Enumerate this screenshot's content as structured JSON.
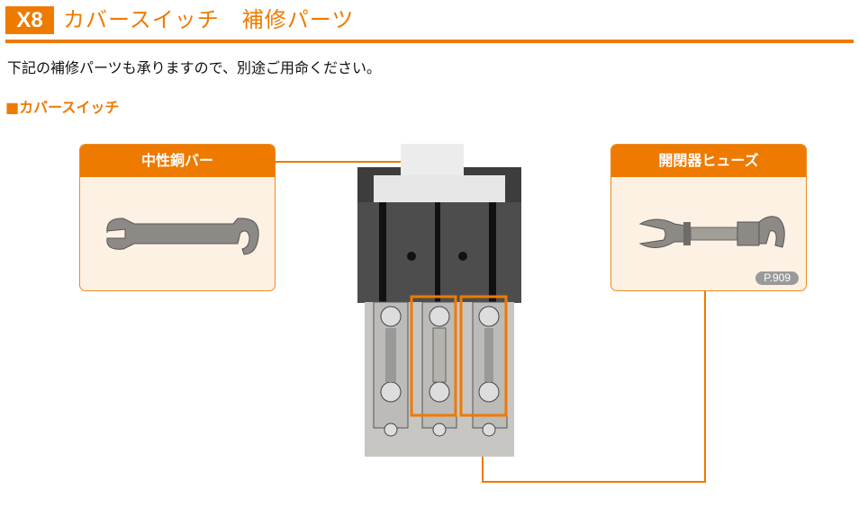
{
  "header": {
    "badge": "X8",
    "title": "カバースイッチ　補修パーツ"
  },
  "intro": "下記の補修パーツも承りますので、別途ご用命ください。",
  "section_title": "■カバースイッチ",
  "parts": [
    {
      "label": "中性銅バー"
    },
    {
      "label": "開閉器ヒューズ",
      "page_ref": "P.909"
    }
  ],
  "colors": {
    "accent": "#ee7a00",
    "card_bg": "#fdf1e4"
  }
}
